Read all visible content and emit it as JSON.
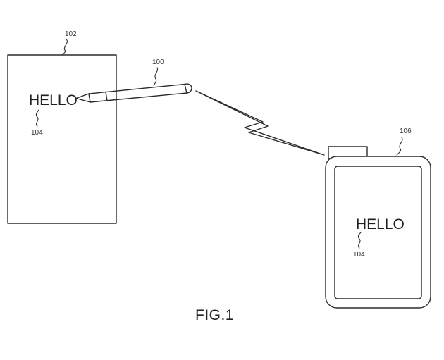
{
  "figure": {
    "caption": "FIG.1",
    "paper": {
      "ref": "102",
      "text": "HELLO",
      "text_ref": "104"
    },
    "pen": {
      "ref": "100"
    },
    "device": {
      "ref": "106",
      "text": "HELLO",
      "text_ref": "104"
    }
  }
}
